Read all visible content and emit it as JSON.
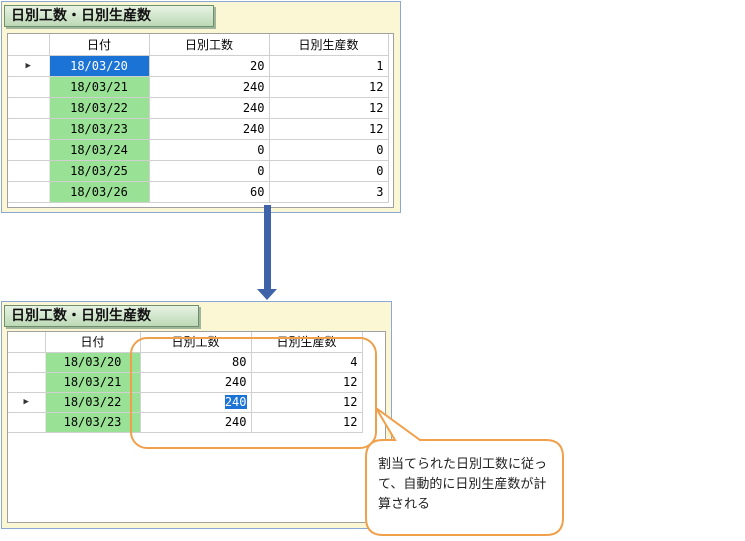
{
  "top_panel": {
    "title": "日別工数・日別生産数",
    "columns": [
      "日付",
      "日別工数",
      "日別生産数"
    ],
    "rows": [
      {
        "date": "18/03/20",
        "hours": "20",
        "qty": "1"
      },
      {
        "date": "18/03/21",
        "hours": "240",
        "qty": "12"
      },
      {
        "date": "18/03/22",
        "hours": "240",
        "qty": "12"
      },
      {
        "date": "18/03/23",
        "hours": "240",
        "qty": "12"
      },
      {
        "date": "18/03/24",
        "hours": "0",
        "qty": "0"
      },
      {
        "date": "18/03/25",
        "hours": "0",
        "qty": "0"
      },
      {
        "date": "18/03/26",
        "hours": "60",
        "qty": "3"
      }
    ],
    "current_row_marker": "▶"
  },
  "bottom_panel": {
    "title": "日別工数・日別生産数",
    "columns": [
      "日付",
      "日別工数",
      "日別生産数"
    ],
    "rows": [
      {
        "date": "18/03/20",
        "hours": "80",
        "qty": "4"
      },
      {
        "date": "18/03/21",
        "hours": "240",
        "qty": "12"
      },
      {
        "date": "18/03/22",
        "hours": "240",
        "qty": "12"
      },
      {
        "date": "18/03/23",
        "hours": "240",
        "qty": "12"
      }
    ],
    "current_row_marker": "▶"
  },
  "callout": {
    "text": "割当てられた日別工数に従って、自動的に日別生産数が計算される"
  },
  "colors": {
    "panel_bg": "#fbf6d4",
    "date_cell_bg": "#99e195",
    "selection_blue": "#1c73d6",
    "arrow": "#3f63a8",
    "callout_border": "#f0a04b"
  }
}
